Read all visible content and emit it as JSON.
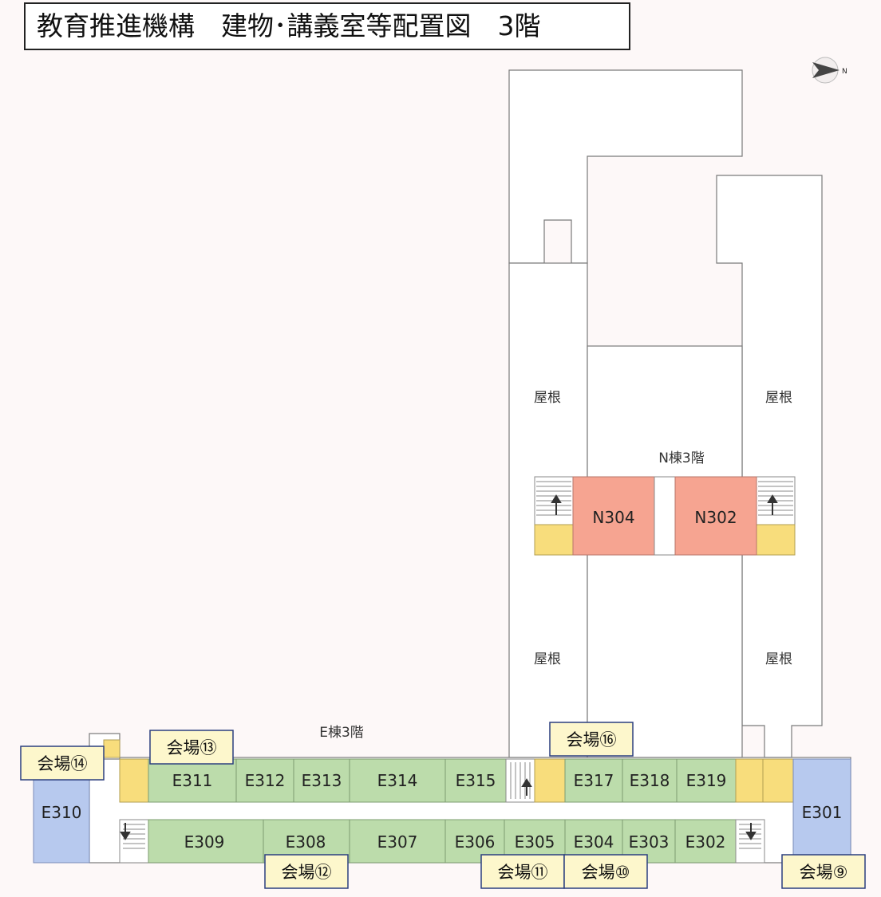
{
  "title": "教育推進機構　建物･講義室等配置図　3階",
  "building_labels": {
    "e_wing": "E棟3階",
    "n_wing": "N棟3階"
  },
  "roof_label": "屋根",
  "rooms": {
    "E311": "E311",
    "E312": "E312",
    "E313": "E313",
    "E314": "E314",
    "E315": "E315",
    "E317": "E317",
    "E318": "E318",
    "E319": "E319",
    "E309": "E309",
    "E308": "E308",
    "E307": "E307",
    "E306": "E306",
    "E305": "E305",
    "E304": "E304",
    "E303": "E303",
    "E302": "E302",
    "E310": "E310",
    "E301": "E301",
    "N304": "N304",
    "N302": "N302"
  },
  "venues": {
    "v9": "会場⑨",
    "v10": "会場⑩",
    "v11": "会場⑪",
    "v12": "会場⑫",
    "v13": "会場⑬",
    "v14": "会場⑭",
    "v16": "会場⑯"
  },
  "compass": {
    "icon": "north-arrow-icon",
    "label": "N"
  },
  "colors": {
    "lecture_room": "#bcdcab",
    "end_room": "#b7c9ee",
    "n_room": "#f6a491",
    "utility": "#f8dd7c",
    "badge_fill": "#fdf7cc",
    "badge_border": "#2b3f7f"
  }
}
